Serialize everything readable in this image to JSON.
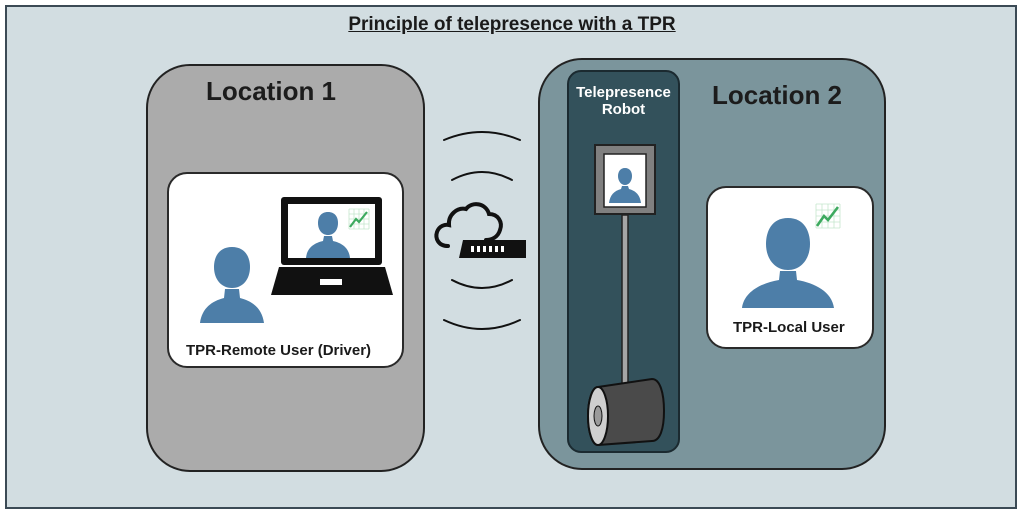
{
  "title": "Principle of telepresence with a TPR",
  "location1": {
    "label": "Location 1",
    "user_label": "TPR-Remote User (Driver)"
  },
  "location2": {
    "label": "Location 2",
    "robot_label_line1": "Telepresence",
    "robot_label_line2": "Robot",
    "user_label": "TPR-Local User"
  },
  "icons": [
    "person-icon",
    "laptop-icon",
    "chart-icon",
    "cloud-icon",
    "router-icon",
    "signal-waves-icon",
    "telepresence-robot-icon"
  ],
  "colors": {
    "background": "#d2dde1",
    "location1_fill": "#ababab",
    "location2_fill": "#7b959c",
    "robot_panel_fill": "#33515b",
    "person_blue": "#4d7ea8",
    "chart_green": "#3daa5f"
  }
}
